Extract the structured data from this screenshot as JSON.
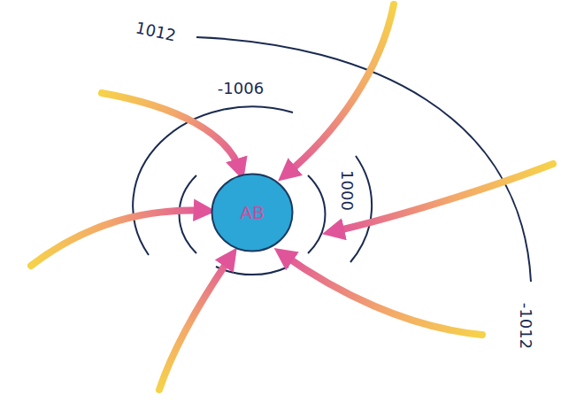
{
  "diagram": {
    "nodes": [
      {
        "text": [
          "AB"
        ]
      }
    ],
    "labels": [
      "1012",
      "-1006",
      "1000",
      "-1012"
    ]
  }
}
